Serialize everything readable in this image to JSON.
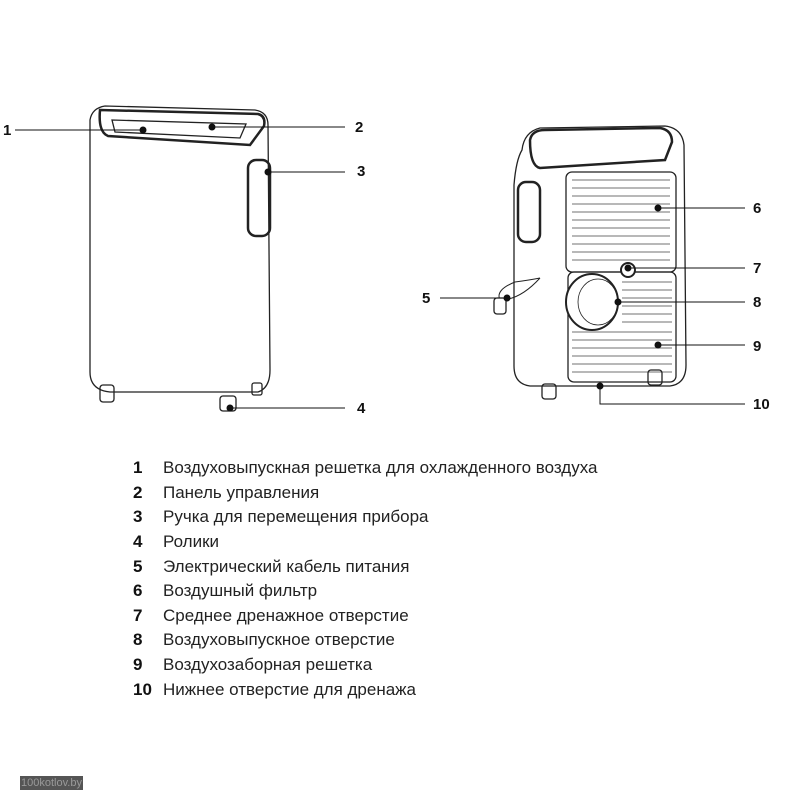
{
  "callouts": [
    "1",
    "2",
    "3",
    "4",
    "5",
    "6",
    "7",
    "8",
    "9",
    "10"
  ],
  "legend": [
    {
      "num": "1",
      "text": "Воздуховыпускная решетка для охлажденного воздуха"
    },
    {
      "num": "2",
      "text": "Панель управления"
    },
    {
      "num": "3",
      "text": "Ручка для перемещения прибора"
    },
    {
      "num": "4",
      "text": "Ролики"
    },
    {
      "num": "5",
      "text": "Электрический кабель питания"
    },
    {
      "num": "6",
      "text": "Воздушный фильтр"
    },
    {
      "num": "7",
      "text": "Среднее дренажное отверстие"
    },
    {
      "num": "8",
      "text": "Воздуховыпускное отверстие"
    },
    {
      "num": "9",
      "text": "Воздухозаборная решетка"
    },
    {
      "num": "10",
      "text": "Нижнее отверстие для дренажа"
    }
  ],
  "watermark": "100kotlov.by"
}
